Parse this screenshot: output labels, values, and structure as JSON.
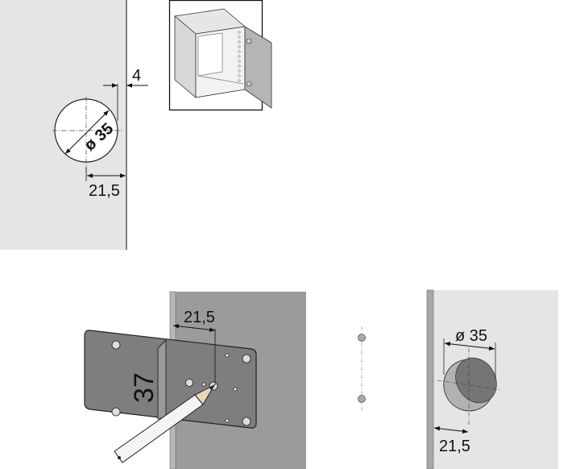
{
  "step1": {
    "edge_offset": "4",
    "hole_diameter": "ø 35",
    "hole_distance": "21,5"
  },
  "step2": {
    "template_label": "37",
    "mark_distance": "21,5"
  },
  "step3": {
    "hole_diameter": "ø 35",
    "hole_distance": "21,5"
  },
  "colors": {
    "panel_light": "#e5e5e5",
    "panel_dark": "#9b9b9b",
    "edge": "#a8a8a8",
    "ink": "#111111"
  }
}
